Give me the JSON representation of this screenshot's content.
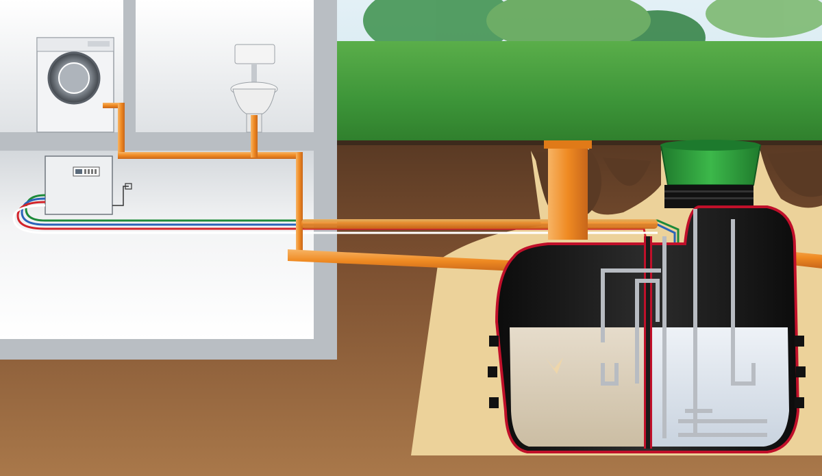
{
  "scene": {
    "house": [
      "laundry-room",
      "bathroom",
      "basement"
    ],
    "appliances": [
      "washing-machine",
      "toilet",
      "control-unit"
    ],
    "tank": [
      "primary-settling-chamber",
      "treatment-chamber",
      "access-shaft",
      "inlet-pipe",
      "outlet-pipe"
    ]
  },
  "colors": {
    "sky": "#d8ecf4",
    "grass": "#3f9a3c",
    "soil": "#8a5a34",
    "sand": "#ecd29a",
    "pipe": "#f08a24",
    "tank_shell": "#1a1a1a",
    "tank_outline": "#c0102a",
    "shaft": "#2f9a3c",
    "wall": "#b9bec3"
  },
  "icons": {
    "control_panel_icon": "control-panel-icon",
    "power_plug_icon": "power-plug-icon"
  }
}
